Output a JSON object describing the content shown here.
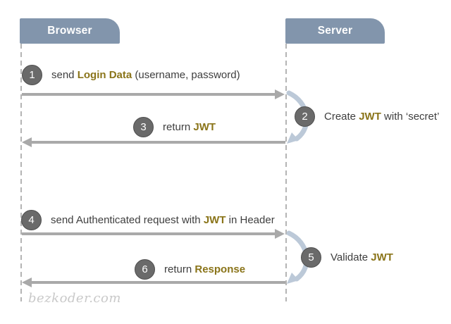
{
  "diagram": {
    "actors": [
      {
        "name": "Browser"
      },
      {
        "name": "Server"
      }
    ],
    "steps": [
      {
        "number": "1",
        "pre": "send ",
        "em": "Login Data",
        "post": " (username, password)",
        "direction": "browser-to-server"
      },
      {
        "number": "2",
        "pre": "Create ",
        "em": "JWT",
        "post": " with ‘secret’",
        "direction": "server-self"
      },
      {
        "number": "3",
        "pre": "return ",
        "em": "JWT",
        "post": "",
        "direction": "server-to-browser"
      },
      {
        "number": "4",
        "pre": "send Authenticated request with ",
        "em": "JWT",
        "post": " in Header",
        "direction": "browser-to-server"
      },
      {
        "number": "5",
        "pre": "Validate ",
        "em": "JWT",
        "post": "",
        "direction": "server-self"
      },
      {
        "number": "6",
        "pre": "return ",
        "em": "Response",
        "post": "",
        "direction": "server-to-browser"
      }
    ],
    "watermark": "bezkoder.com",
    "colors": {
      "actor_bg": "#8295ac",
      "actor_text": "#ffffff",
      "badge_bg": "#6a6a6a",
      "badge_border": "#4f4f4f",
      "badge_text": "#ffffff",
      "text": "#3e3e3e",
      "emphasis": "#8a7419",
      "arrow": "#a9a9a9",
      "lifeline": "#b4b4b4",
      "loop": "#bcc9d8",
      "watermark": "#c9c9c9",
      "bg": "#ffffff"
    }
  }
}
